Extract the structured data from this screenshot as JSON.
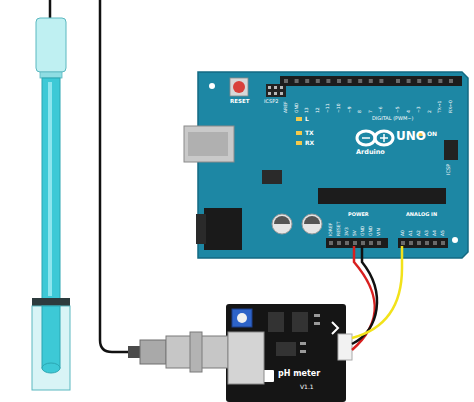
{
  "diagram": {
    "labels": [
      "RESET",
      "ICSP2",
      "L",
      "TX",
      "RX",
      "Arduino",
      "UNO",
      "ON",
      "ICSP",
      "DIGITAL (PWM~)",
      "AREF",
      "GND",
      "13",
      "12",
      "~11",
      "~10",
      "~9",
      "8",
      "7",
      "~6",
      "~5",
      "4",
      "~3",
      "2",
      "TX→1",
      "RX←0",
      "IOREF",
      "RESET",
      "3V3",
      "5V",
      "GND",
      "GND",
      "VIN",
      "A0",
      "A1",
      "A2",
      "A3",
      "A4",
      "A5",
      "POWER",
      "ANALOG IN",
      "pH meter",
      "V1.1"
    ]
  }
}
